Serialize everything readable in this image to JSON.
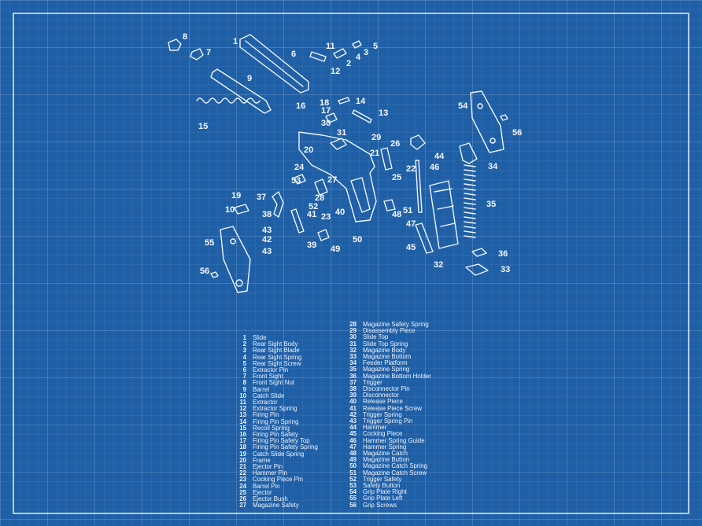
{
  "parts": [
    {
      "num": "1",
      "name": "Slide"
    },
    {
      "num": "2",
      "name": "Rear Sight Body"
    },
    {
      "num": "3",
      "name": "Rear Sight Blade"
    },
    {
      "num": "4",
      "name": "Rear Sight Spring"
    },
    {
      "num": "5",
      "name": "Rear Sight Screw"
    },
    {
      "num": "6",
      "name": "Extractor Pin"
    },
    {
      "num": "7",
      "name": "Front Sight"
    },
    {
      "num": "8",
      "name": "Front Sight Nut"
    },
    {
      "num": "9",
      "name": "Barrel"
    },
    {
      "num": "10",
      "name": "Catch Slide"
    },
    {
      "num": "11",
      "name": "Extractor"
    },
    {
      "num": "12",
      "name": "Extractor Spring"
    },
    {
      "num": "13",
      "name": "Firing Pin"
    },
    {
      "num": "14",
      "name": "Firing Pin Spring"
    },
    {
      "num": "15",
      "name": "Recoil Spring"
    },
    {
      "num": "16",
      "name": "Firing Pin Safety"
    },
    {
      "num": "17",
      "name": "Firing Pin Safety Top"
    },
    {
      "num": "18",
      "name": "Firing Pin Safety Spring"
    },
    {
      "num": "19",
      "name": "Catch Slide Spring"
    },
    {
      "num": "20",
      "name": "Frame"
    },
    {
      "num": "21",
      "name": "Ejector Pin"
    },
    {
      "num": "22",
      "name": "Hammer Pin"
    },
    {
      "num": "23",
      "name": "Cocking Piece Pin"
    },
    {
      "num": "24",
      "name": "Barrel Pin"
    },
    {
      "num": "25",
      "name": "Ejector"
    },
    {
      "num": "26",
      "name": "Ejector Bush"
    },
    {
      "num": "27",
      "name": "Magazine Safety"
    },
    {
      "num": "28",
      "name": "Magazine Safety Spring"
    },
    {
      "num": "29",
      "name": "Disassembly Piece"
    },
    {
      "num": "30",
      "name": "Slide Top"
    },
    {
      "num": "31",
      "name": "Slide Top Spring"
    },
    {
      "num": "32",
      "name": "Magazine Body"
    },
    {
      "num": "33",
      "name": "Magazine Bottom"
    },
    {
      "num": "34",
      "name": "Feeder Platform"
    },
    {
      "num": "35",
      "name": "Magazine Spring"
    },
    {
      "num": "36",
      "name": "Magazine Bottom Holder"
    },
    {
      "num": "37",
      "name": "Trigger"
    },
    {
      "num": "38",
      "name": "Disconnector Pin"
    },
    {
      "num": "39",
      "name": "Disconnector"
    },
    {
      "num": "40",
      "name": "Release Piece"
    },
    {
      "num": "41",
      "name": "Release Piece Screw"
    },
    {
      "num": "42",
      "name": "Trigger Spring"
    },
    {
      "num": "43",
      "name": "Trigger Spring Pin"
    },
    {
      "num": "44",
      "name": "Hammer"
    },
    {
      "num": "45",
      "name": "Cocking Piece"
    },
    {
      "num": "46",
      "name": "Hammer Spring Guide"
    },
    {
      "num": "47",
      "name": "Hammer Spring"
    },
    {
      "num": "48",
      "name": "Magazine Catch"
    },
    {
      "num": "49",
      "name": "Magazine Button"
    },
    {
      "num": "50",
      "name": "Magazine Catch Spring"
    },
    {
      "num": "51",
      "name": "Magazine Catch Screw"
    },
    {
      "num": "52",
      "name": "Trigger Safety"
    },
    {
      "num": "53",
      "name": "Safety Button"
    },
    {
      "num": "54",
      "name": "Grip Plate Right"
    },
    {
      "num": "55",
      "name": "Grip Plate Left"
    },
    {
      "num": "56",
      "name": "Grip Screws"
    }
  ],
  "callouts": [
    "1",
    "2",
    "3",
    "4",
    "5",
    "6",
    "7",
    "8",
    "9",
    "10",
    "11",
    "12",
    "13",
    "14",
    "15",
    "16",
    "17",
    "18",
    "19",
    "20",
    "21",
    "22",
    "23",
    "24",
    "25",
    "26",
    "27",
    "28",
    "29",
    "30",
    "31",
    "32",
    "33",
    "34",
    "35",
    "36",
    "37",
    "38",
    "39",
    "40",
    "41",
    "42",
    "43",
    "43",
    "44",
    "45",
    "46",
    "47",
    "48",
    "49",
    "50",
    "51",
    "52",
    "53",
    "54",
    "55",
    "56",
    "56"
  ],
  "colors": {
    "background": "#1f5fa6",
    "line": "#eef4ff"
  }
}
